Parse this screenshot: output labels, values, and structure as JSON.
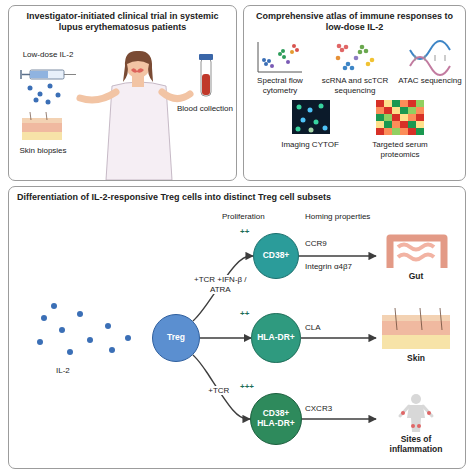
{
  "diagram": {
    "nodes": [
      {
        "text": [
          "Investigator-initiated clinical trial in systemic lupus erythematosus patients"
        ]
      },
      {
        "text": [
          "Comprehensive atlas of immune responses to low-dose IL-2"
        ]
      },
      {
        "text": [
          "Differentiation of IL-2-responsive Treg cells into distinct Treg cell subsets"
        ]
      },
      {
        "text": [
          "Treg"
        ],
        "in": 2
      },
      {
        "text": [
          "CD38+"
        ],
        "in": 2
      },
      {
        "text": [
          "HLA-DR+"
        ],
        "in": 2
      },
      {
        "text": [
          "CD38+",
          "HLA-DR+"
        ],
        "in": 2
      },
      {
        "text": [
          "Gut"
        ],
        "in": 2
      },
      {
        "text": [
          "Skin"
        ],
        "in": 2
      },
      {
        "text": [
          "Sites of inflammation"
        ],
        "in": 2
      }
    ],
    "edges": [
      {
        "from": 3,
        "to": 4,
        "arrow": "to",
        "label": "+TCR +IFN-β / ATRA"
      },
      {
        "from": 3,
        "to": 5,
        "arrow": "to"
      },
      {
        "from": 3,
        "to": 6,
        "arrow": "to",
        "label": "+TCR"
      },
      {
        "from": 4,
        "to": 7,
        "arrow": "to"
      },
      {
        "from": 5,
        "to": 8,
        "arrow": "to"
      },
      {
        "from": 6,
        "to": 9,
        "arrow": "to"
      }
    ],
    "labels": [
      "Low-dose IL-2",
      "Blood collection",
      "Skin biopsies",
      "Spectral flow cytometry",
      "scRNA and scTCR sequencing",
      "ATAC sequencing",
      "Imaging CYTOF",
      "Targeted serum proteomics",
      "IL-2",
      "Proliferation",
      "++",
      "++",
      "+++",
      "Homing properties",
      "CCR9",
      "Integrin α4β7",
      "CLA",
      "CXCR3"
    ]
  }
}
